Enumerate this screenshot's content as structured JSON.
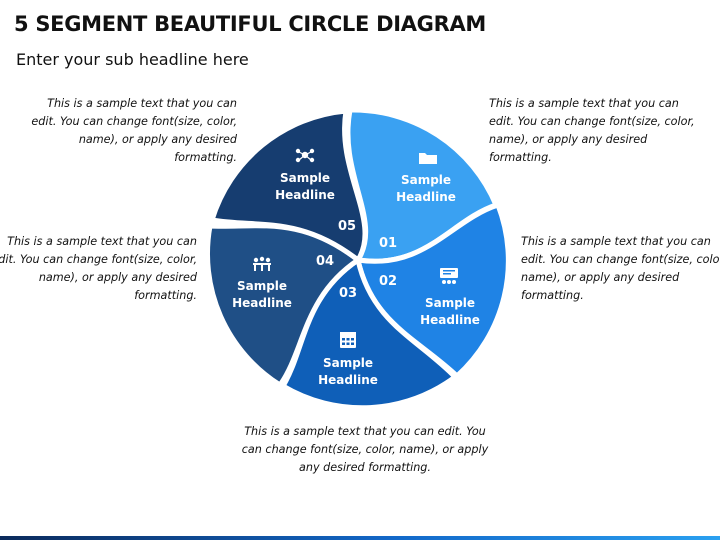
{
  "title": "5 SEGMENT BEAUTIFUL CIRCLE DIAGRAM",
  "subtitle": "Enter your sub headline here",
  "segments": [
    {
      "number": "01",
      "headline_line1": "Sample",
      "headline_line2": "Headline",
      "icon": "folder-icon",
      "color": "#3aa1f2",
      "text": "This is a sample text that you can edit. You can change font(size, color, name), or apply any desired formatting."
    },
    {
      "number": "02",
      "headline_line1": "Sample",
      "headline_line2": "Headline",
      "icon": "presentation-board-icon",
      "color": "#1f83e5",
      "text": "This is a sample text that you can edit. You can change font(size, color, name), or apply any desired formatting."
    },
    {
      "number": "03",
      "headline_line1": "Sample",
      "headline_line2": "Headline",
      "icon": "calendar-icon",
      "color": "#0f5fb8",
      "text": "This is a sample text that you can edit. You can change font(size, color, name), or apply any desired formatting."
    },
    {
      "number": "04",
      "headline_line1": "Sample",
      "headline_line2": "Headline",
      "icon": "team-meeting-icon",
      "color": "#1f4f86",
      "text": "This is a sample text that you can edit. You can change font(size, color, name), or apply any desired formatting."
    },
    {
      "number": "05",
      "headline_line1": "Sample",
      "headline_line2": "Headline",
      "icon": "user-network-icon",
      "color": "#163d70",
      "text": "This is a sample text that you can edit. You can change font(size, color, name), or apply any desired formatting."
    }
  ]
}
